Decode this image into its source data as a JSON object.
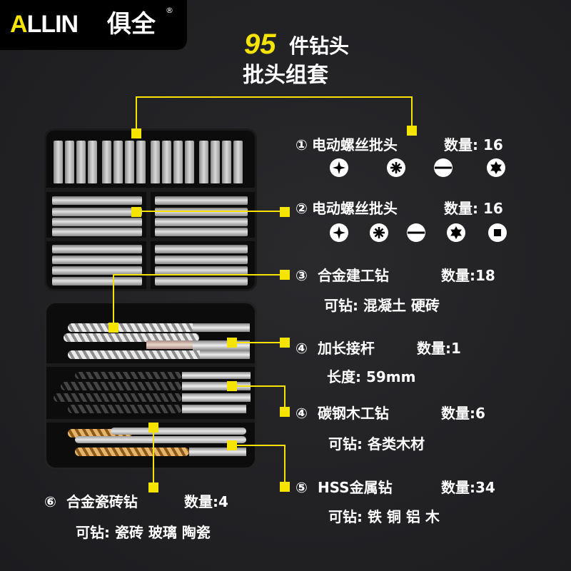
{
  "brand": {
    "logo_latin_first": "A",
    "logo_latin_rest": "LLIN",
    "logo_cn": "俱全",
    "registered": "®"
  },
  "title": {
    "count": "95",
    "line1": "件钻头",
    "line2": "批头组套"
  },
  "colors": {
    "accent": "#f5e400",
    "background": "#232326",
    "text": "#ffffff"
  },
  "items": [
    {
      "index": "①",
      "name": "电动螺丝批头",
      "qty_label": "数量:",
      "qty": "16",
      "icons": [
        "phillips-icon",
        "pozidriv-icon",
        "slotted-icon",
        "torx-icon"
      ]
    },
    {
      "index": "②",
      "name": "电动螺丝批头",
      "qty_label": "数量:",
      "qty": "16",
      "icons": [
        "phillips-icon",
        "pozidriv-icon",
        "slotted-icon",
        "torx-icon",
        "square-icon"
      ]
    },
    {
      "index": "③",
      "name": "合金建工钻",
      "qty_label": "数量:",
      "qty": "18",
      "note": "可钻: 混凝土  硬砖"
    },
    {
      "index": "④",
      "name": "加长接杆",
      "qty_label": "数量:",
      "qty": "1",
      "note": "长度: 59mm"
    },
    {
      "index": "④",
      "name": "碳钢木工钻",
      "qty_label": "数量:",
      "qty": "6",
      "note": "可钻: 各类木材"
    },
    {
      "index": "⑤",
      "name": "HSS金属钻",
      "qty_label": "数量:",
      "qty": "34",
      "note": "可钻: 铁  铜  铝  木"
    },
    {
      "index": "⑥",
      "name": "合金瓷砖钻",
      "qty_label": "数量:",
      "qty": "4",
      "note": "可钻: 瓷砖 玻璃 陶瓷"
    }
  ]
}
